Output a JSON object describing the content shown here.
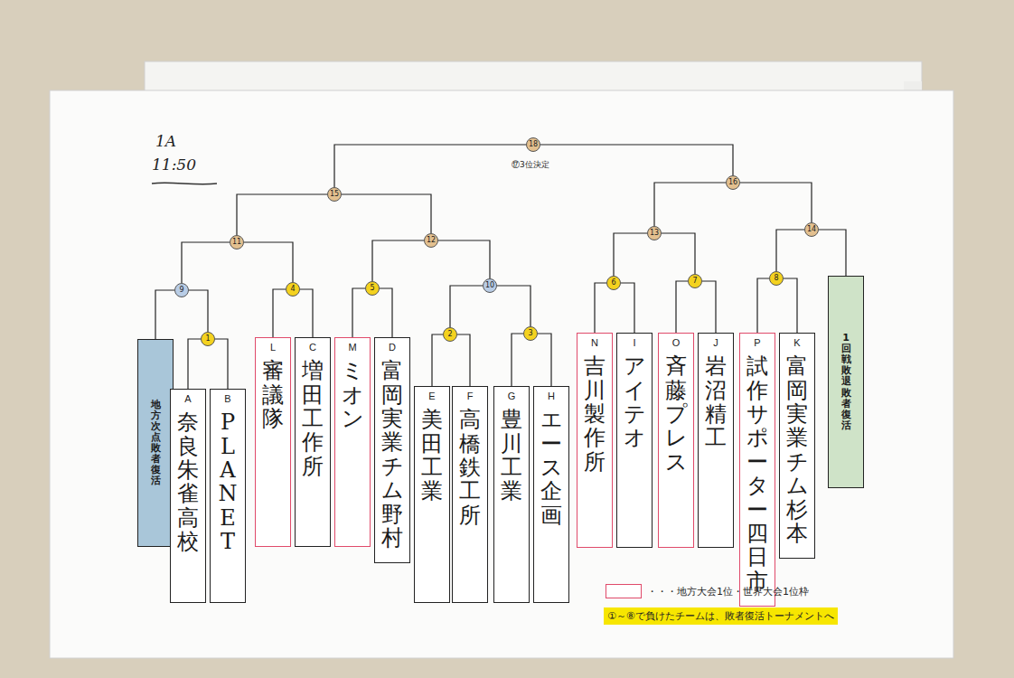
{
  "diagram": {
    "nodes": [
      {
        "text": [
          "18"
        ]
      },
      {
        "text": [
          "15"
        ]
      },
      {
        "text": [
          "16"
        ]
      },
      {
        "text": [
          "11"
        ]
      },
      {
        "text": [
          "12"
        ]
      },
      {
        "text": [
          "13"
        ]
      },
      {
        "text": [
          "14"
        ]
      },
      {
        "text": [
          "9"
        ]
      },
      {
        "text": [
          "4"
        ]
      },
      {
        "text": [
          "5"
        ]
      },
      {
        "text": [
          "10"
        ]
      },
      {
        "text": [
          "6"
        ]
      },
      {
        "text": [
          "7"
        ]
      },
      {
        "text": [
          "8"
        ]
      },
      {
        "text": [
          "1"
        ]
      },
      {
        "text": [
          "2"
        ]
      },
      {
        "text": [
          "3"
        ]
      },
      {
        "text": [
          "地方次点 敗者復活"
        ]
      },
      {
        "text": [
          "A",
          "奈良朱雀高校"
        ]
      },
      {
        "text": [
          "B",
          "PLANET"
        ]
      },
      {
        "text": [
          "L",
          "審議隊"
        ]
      },
      {
        "text": [
          "C",
          "増田工作所"
        ]
      },
      {
        "text": [
          "M",
          "ミオン"
        ]
      },
      {
        "text": [
          "D",
          "富岡実業チム野村"
        ]
      },
      {
        "text": [
          "E",
          "美田工業"
        ]
      },
      {
        "text": [
          "F",
          "高橋鉄工所"
        ]
      },
      {
        "text": [
          "G",
          "豊川工業"
        ]
      },
      {
        "text": [
          "H",
          "エース企画"
        ]
      },
      {
        "text": [
          "N",
          "吉川製作所"
        ]
      },
      {
        "text": [
          "I",
          "アイテオ"
        ]
      },
      {
        "text": [
          "O",
          "斉藤プレス"
        ]
      },
      {
        "text": [
          "J",
          "岩沼精工"
        ]
      },
      {
        "text": [
          "P",
          "試作サポーター四日市"
        ]
      },
      {
        "text": [
          "K",
          "富岡実業チム杉本"
        ]
      },
      {
        "text": [
          "1回戦敗退 敗者復活"
        ]
      }
    ],
    "edges": [
      {
        "from": 1,
        "to": 0,
        "arrow": "none"
      },
      {
        "from": 2,
        "to": 0,
        "arrow": "none"
      },
      {
        "from": 3,
        "to": 1,
        "arrow": "none"
      },
      {
        "from": 4,
        "to": 1,
        "arrow": "none"
      },
      {
        "from": 5,
        "to": 2,
        "arrow": "none"
      },
      {
        "from": 6,
        "to": 2,
        "arrow": "none"
      },
      {
        "from": 7,
        "to": 3,
        "arrow": "none"
      },
      {
        "from": 8,
        "to": 3,
        "arrow": "none"
      },
      {
        "from": 9,
        "to": 4,
        "arrow": "none"
      },
      {
        "from": 10,
        "to": 4,
        "arrow": "none"
      },
      {
        "from": 11,
        "to": 5,
        "arrow": "none"
      },
      {
        "from": 12,
        "to": 5,
        "arrow": "none"
      },
      {
        "from": 13,
        "to": 6,
        "arrow": "none"
      },
      {
        "from": 34,
        "to": 6,
        "arrow": "none"
      },
      {
        "from": 17,
        "to": 7,
        "arrow": "none"
      },
      {
        "from": 14,
        "to": 7,
        "arrow": "none"
      },
      {
        "from": 20,
        "to": 8,
        "arrow": "none"
      },
      {
        "from": 21,
        "to": 8,
        "arrow": "none"
      },
      {
        "from": 22,
        "to": 9,
        "arrow": "none"
      },
      {
        "from": 23,
        "to": 9,
        "arrow": "none"
      },
      {
        "from": 15,
        "to": 10,
        "arrow": "none"
      },
      {
        "from": 16,
        "to": 10,
        "arrow": "none"
      },
      {
        "from": 28,
        "to": 11,
        "arrow": "none"
      },
      {
        "from": 29,
        "to": 11,
        "arrow": "none"
      },
      {
        "from": 30,
        "to": 12,
        "arrow": "none"
      },
      {
        "from": 31,
        "to": 12,
        "arrow": "none"
      },
      {
        "from": 32,
        "to": 13,
        "arrow": "none"
      },
      {
        "from": 33,
        "to": 13,
        "arrow": "none"
      },
      {
        "from": 18,
        "to": 14,
        "arrow": "none"
      },
      {
        "from": 19,
        "to": 14,
        "arrow": "none"
      },
      {
        "from": 24,
        "to": 15,
        "arrow": "none"
      },
      {
        "from": 25,
        "to": 15,
        "arrow": "none"
      },
      {
        "from": 26,
        "to": 16,
        "arrow": "none"
      },
      {
        "from": 27,
        "to": 16,
        "arrow": "none"
      }
    ],
    "labels": [
      "1A",
      "11:50",
      "⑰3位決定",
      "①～⑧で負けたチームは、敗者復活トーナメントへ"
    ],
    "legend": [
      {
        "text": "・・・地方大会1位・世界大会1位枠"
      }
    ]
  }
}
